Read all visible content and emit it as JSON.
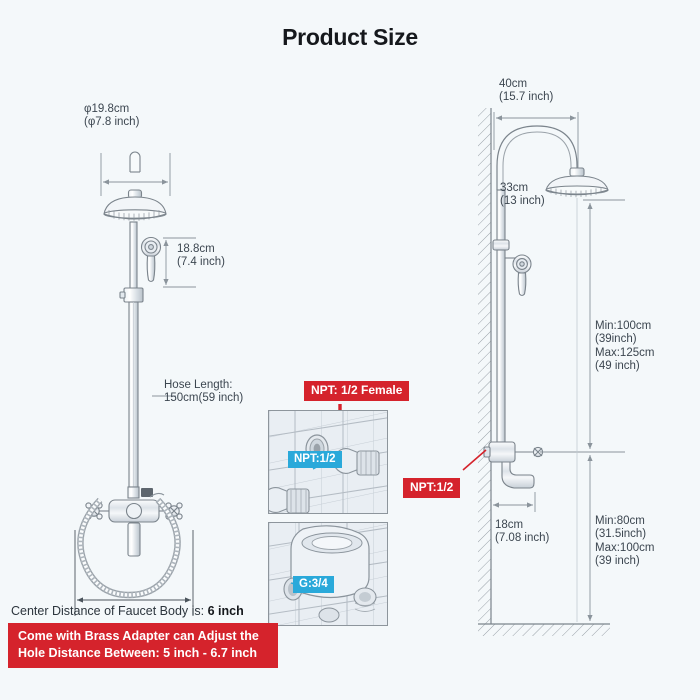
{
  "page": {
    "title": "Product Size",
    "background_color": "#f4f8fa",
    "line_color": "#7b848c",
    "accent_red": "#d5232c",
    "accent_teal": "#2aa9da"
  },
  "left_diagram": {
    "name": "exposed-shower-system-front-view",
    "head_diameter": "φ19.8cm\n(φ7.8 inch)",
    "handheld_length": "18.8cm\n(7.4 inch)",
    "hose_length": "Hose Length:\n150cm(59 inch)",
    "center_distance_prefix": "Center Distance of Faucet Body is: ",
    "center_distance_value": "6 inch",
    "banner_line1": "Come with Brass Adapter can Adjust the",
    "banner_line2": "Hole Distance Between: 5 inch - 6.7 inch"
  },
  "middle_panels": {
    "top_panel": {
      "name": "npt-female-adapter-photo",
      "callout_red": "NPT: 1/2 Female",
      "callout_teal": "NPT:1/2"
    },
    "bottom_panel": {
      "name": "valve-body-inlet-photo",
      "callout_teal": "G:3/4"
    }
  },
  "right_diagram": {
    "name": "shower-system-side-view-wall-mounted",
    "arm_reach": "40cm\n(15.7 inch)",
    "head_diameter": "33cm\n(13 inch)",
    "height_upper": "Min:100cm\n(39inch)\nMax:125cm\n(49 inch)",
    "height_lower": "Min:80cm\n(31.5inch)\nMax:100cm\n(39 inch)",
    "spout_projection": "18cm\n(7.08 inch)",
    "inlet_callout": "NPT:1/2"
  }
}
